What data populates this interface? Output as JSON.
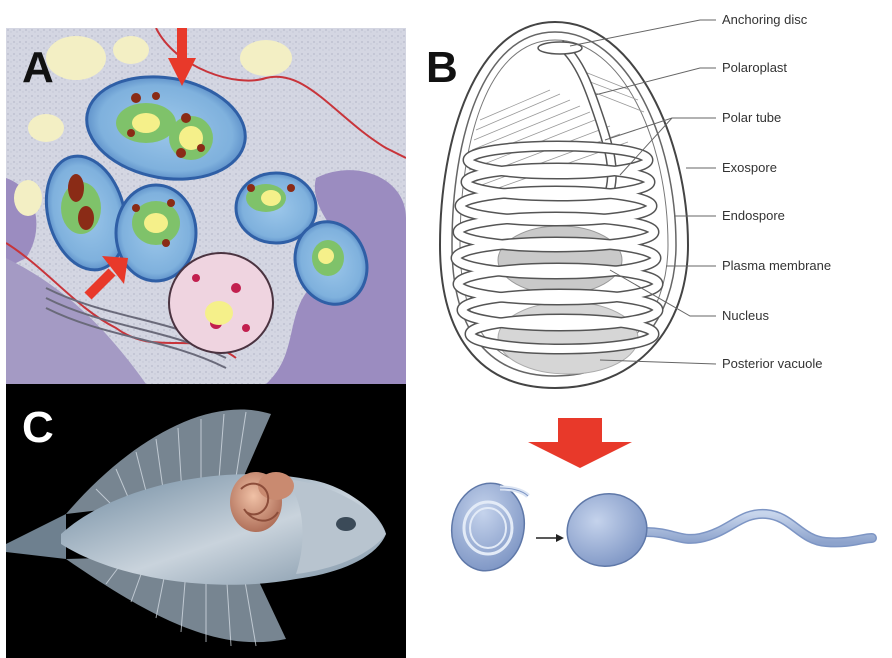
{
  "panels": {
    "a": {
      "label": "A"
    },
    "b": {
      "label": "B"
    },
    "c": {
      "label": "C"
    }
  },
  "diagram_b": {
    "labels": [
      "Anchoring disc",
      "Polaroplast",
      "Polar tube",
      "Exospore",
      "Endospore",
      "Plasma membrane",
      "Nucleus",
      "Posterior vacuole"
    ]
  },
  "colors": {
    "arrow_red": "#e8392a",
    "spore_blue": "#8fa6cf",
    "label_text": "#333333"
  },
  "icons": [
    "down-arrow-icon",
    "right-arrow-icon"
  ]
}
